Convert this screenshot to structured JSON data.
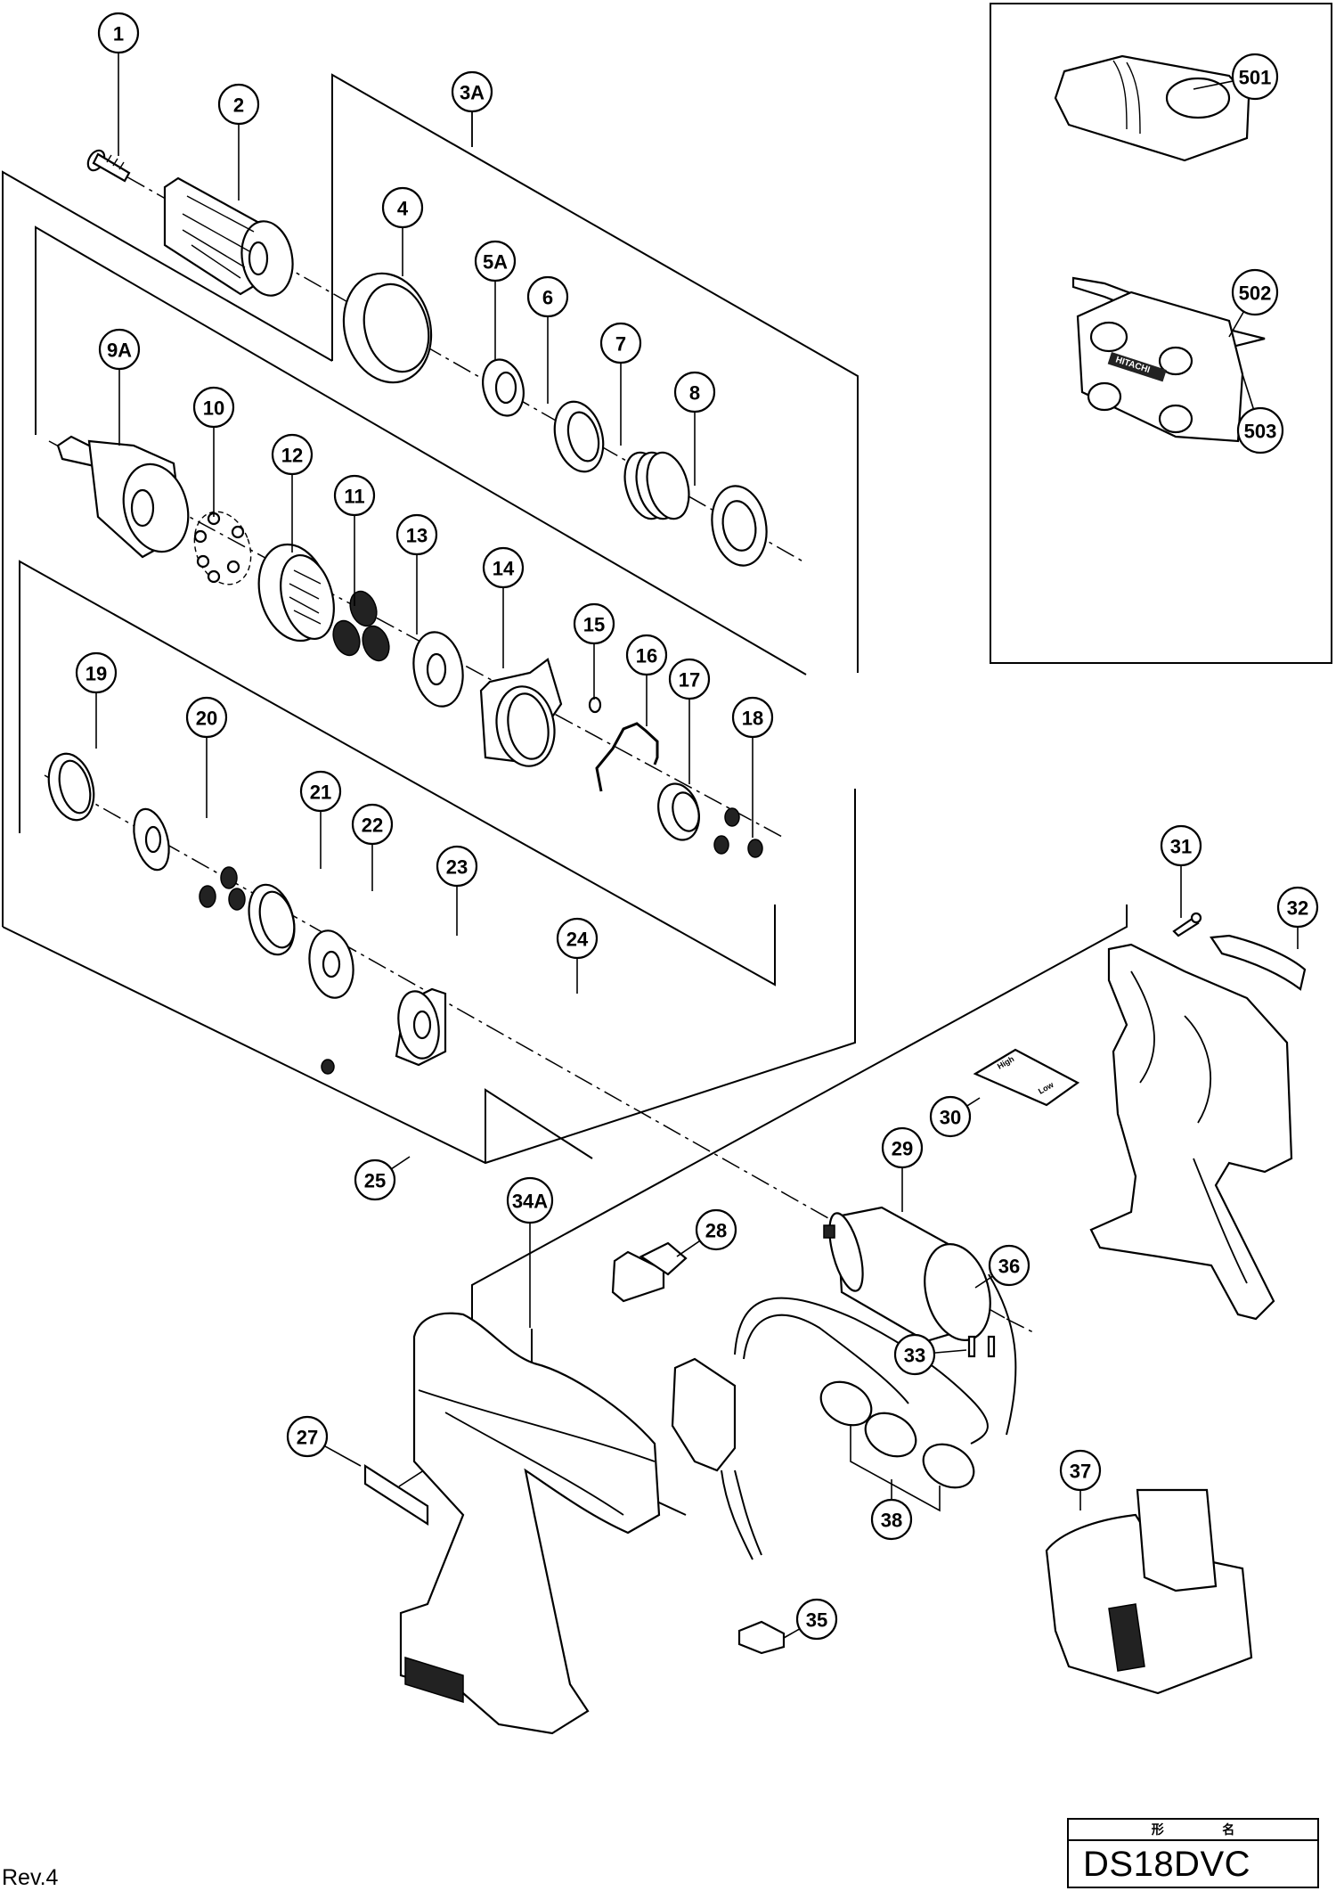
{
  "document": {
    "type": "exploded parts diagram",
    "revision": "Rev.4",
    "model_label_header": [
      "形",
      "名"
    ],
    "model_number": "DS18DVC"
  },
  "callouts": [
    {
      "id": "1",
      "label": "1"
    },
    {
      "id": "2",
      "label": "2"
    },
    {
      "id": "3A",
      "label": "3A"
    },
    {
      "id": "4",
      "label": "4"
    },
    {
      "id": "5A",
      "label": "5A"
    },
    {
      "id": "6",
      "label": "6"
    },
    {
      "id": "7",
      "label": "7"
    },
    {
      "id": "8",
      "label": "8"
    },
    {
      "id": "9A",
      "label": "9A"
    },
    {
      "id": "10",
      "label": "10"
    },
    {
      "id": "11",
      "label": "11"
    },
    {
      "id": "12",
      "label": "12"
    },
    {
      "id": "13",
      "label": "13"
    },
    {
      "id": "14",
      "label": "14"
    },
    {
      "id": "15",
      "label": "15"
    },
    {
      "id": "16",
      "label": "16"
    },
    {
      "id": "17",
      "label": "17"
    },
    {
      "id": "18",
      "label": "18"
    },
    {
      "id": "19",
      "label": "19"
    },
    {
      "id": "20",
      "label": "20"
    },
    {
      "id": "21",
      "label": "21"
    },
    {
      "id": "22",
      "label": "22"
    },
    {
      "id": "23",
      "label": "23"
    },
    {
      "id": "24",
      "label": "24"
    },
    {
      "id": "25",
      "label": "25"
    },
    {
      "id": "27",
      "label": "27"
    },
    {
      "id": "28",
      "label": "28"
    },
    {
      "id": "29",
      "label": "29"
    },
    {
      "id": "30",
      "label": "30"
    },
    {
      "id": "31",
      "label": "31"
    },
    {
      "id": "32",
      "label": "32"
    },
    {
      "id": "33",
      "label": "33"
    },
    {
      "id": "34A",
      "label": "34A"
    },
    {
      "id": "35",
      "label": "35"
    },
    {
      "id": "36",
      "label": "36"
    },
    {
      "id": "37",
      "label": "37"
    },
    {
      "id": "38",
      "label": "38"
    },
    {
      "id": "501",
      "label": "501"
    },
    {
      "id": "502",
      "label": "502"
    },
    {
      "id": "503",
      "label": "503"
    }
  ],
  "parts": {
    "screw_1": "1",
    "chuck": "2",
    "clutch_assembly": "3A",
    "clutch_ring": "4",
    "retaining_5a": "5A",
    "spring_holder": "6",
    "spring": "7",
    "washer": "8",
    "gear_case_assembly": "9A",
    "steel_balls": "10",
    "planet_gears_11": "11",
    "ring_gear_12": "12",
    "washer_13": "13",
    "gear_case_14": "14",
    "screw_15": "15",
    "wire_spring": "16",
    "carrier_17": "17",
    "planet_gears_18": "18",
    "ring_gear_19": "19",
    "carrier_20": "20",
    "planet_gears_21": "21",
    "ring_gear_22": "22",
    "washer_23": "23",
    "gear_case_cover": "24",
    "nut_25": "25",
    "label_27": "27",
    "connector_28": "28",
    "motor": "29",
    "speed_switch": "30",
    "tapping_screw": "31",
    "name_plate": "32",
    "terminal_33": "33",
    "housing_set": "34A",
    "pushing_button": "35",
    "terminal_36": "36",
    "battery": "37",
    "ferrite_cores": "38",
    "charger": "501",
    "double_end_bit": "502",
    "plastic_case": "503"
  },
  "markings": {
    "speed_switch_high": "High",
    "speed_switch_low": "Low",
    "case_brand": "HITACHI"
  }
}
